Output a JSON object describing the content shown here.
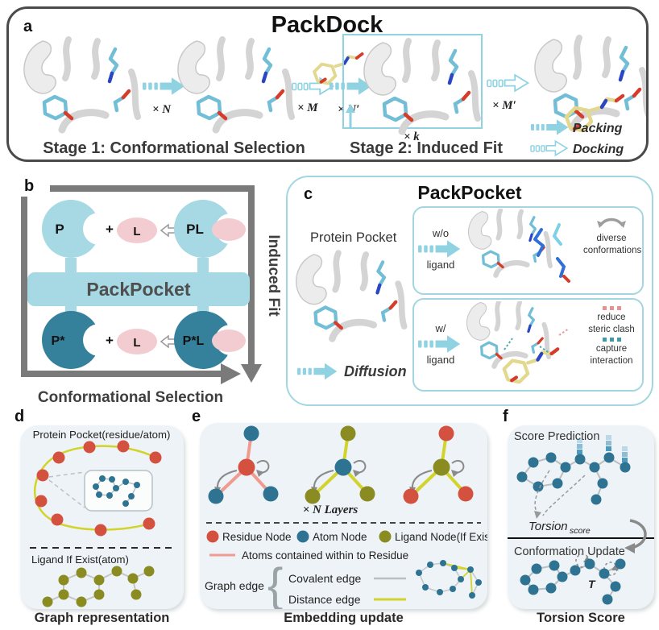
{
  "colors": {
    "cyan_arrow": "#8fd2e2",
    "cyan_border": "#a2d7e2",
    "light_pac": "#a6d9e4",
    "dark_pac": "#35809b",
    "pink_ligand": "#f3ccd2",
    "red_node": "#d4503f",
    "teal_node": "#2e7492",
    "olive_node": "#8a8c22",
    "yellow_edge": "#d2d32c",
    "pink_edge": "#f09a90",
    "gray_axis": "#7a7a7a",
    "panel_bg": "#edf3f6"
  },
  "panel_a": {
    "label": "a",
    "title": "PackDock",
    "mult_n": "× N",
    "mult_m": "× M",
    "mult_n2": "× N′",
    "mult_m2": "× M′",
    "mult_k": "× k",
    "stage1": "Stage 1: Conformational Selection",
    "stage2": "Stage 2: Induced Fit",
    "legend_packing": "Packing",
    "legend_docking": "Docking"
  },
  "panel_b": {
    "label": "b",
    "protein": "P",
    "plus_top": "+",
    "ligand_top": "L",
    "complex": "PL",
    "banner": "PackPocket",
    "protein_star": "P*",
    "plus_bottom": "+",
    "ligand_bottom": "L",
    "complex_star": "P*L",
    "axis_right": "Induced Fit",
    "axis_bottom": "Conformational Selection"
  },
  "panel_c": {
    "label": "c",
    "title": "PackPocket",
    "protein_pocket": "Protein Pocket",
    "wo_line1": "w/o",
    "wo_line2": "ligand",
    "w_line1": "w/",
    "w_line2": "ligand",
    "diverse_line1": "diverse",
    "diverse_line2": "conformations",
    "reduce_line1": "reduce",
    "reduce_line2": "steric clash",
    "capture_line1": "capture",
    "capture_line2": "interaction",
    "diffusion": "Diffusion"
  },
  "panel_d": {
    "label": "d",
    "title": "Protein Pocket(residue/atom)",
    "ligand_title": "Ligand If Exist(atom)",
    "caption": "Graph representation"
  },
  "panel_e": {
    "label": "e",
    "layers": "× N Layers",
    "legend_residue": "Residue Node",
    "legend_atom": "Atom Node",
    "legend_ligand": "Ligand Node(If Exist)",
    "legend_contained": "Atoms contained within to Residue",
    "graph_edge": "Graph edge",
    "brace": "{",
    "covalent_edge": "Covalent edge",
    "distance_edge": "Distance edge",
    "caption": "Embedding update"
  },
  "panel_f": {
    "label": "f",
    "score_prediction": "Score Prediction",
    "torsion_word": "Torsion",
    "torsion_sub": "score",
    "conformation_update": "Conformation Update",
    "torsion_t": "T",
    "caption": "Torsion Score"
  }
}
